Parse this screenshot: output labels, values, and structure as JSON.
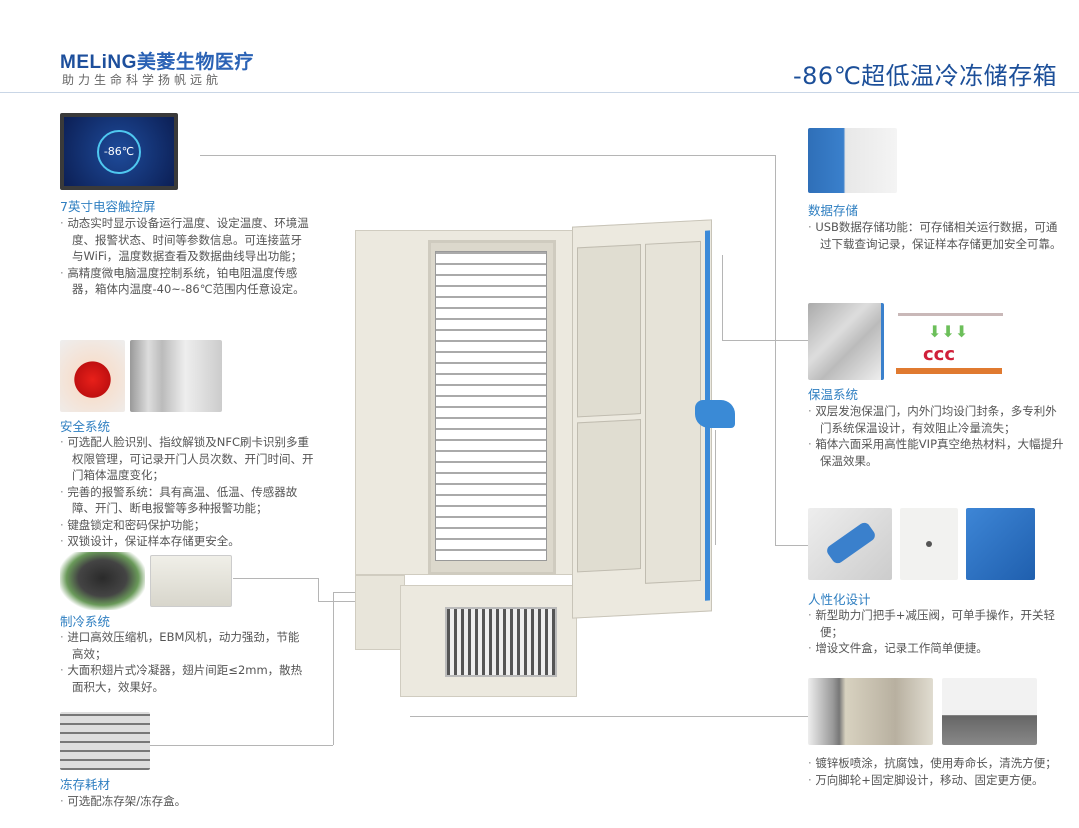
{
  "header": {
    "brand_en": "MELiNG",
    "brand_cn": "美菱生物医疗",
    "slogan": "助力生命科学扬帆远航",
    "product_title": "-86℃超低温冷冻储存箱"
  },
  "screen_display": "-86℃",
  "sections": {
    "touchscreen": {
      "title": "7英寸电容触控屏",
      "bullets": [
        "动态实时显示设备运行温度、设定温度、环境温度、报警状态、时间等参数信息。可连接蓝牙与WiFi，温度数据查看及数据曲线导出功能；",
        "高精度微电脑温度控制系统，铂电阻温度传感器，箱体内温度-40~-86℃范围内任意设定。"
      ]
    },
    "safety": {
      "title": "安全系统",
      "bullets": [
        "可选配人脸识别、指纹解锁及NFC刷卡识别多重权限管理，可记录开门人员次数、开门时间、开门箱体温度变化；",
        "完善的报警系统：具有高温、低温、传感器故障、开门、断电报警等多种报警功能；",
        "键盘锁定和密码保护功能；",
        "双锁设计，保证样本存储更安全。"
      ]
    },
    "cooling": {
      "title": "制冷系统",
      "bullets": [
        "进口高效压缩机，EBM风机，动力强劲，节能高效；",
        "大面积翅片式冷凝器，翅片间距≤2mm，散热面积大，效果好。"
      ]
    },
    "consumables": {
      "title": "冻存耗材",
      "bullets": [
        "可选配冻存架/冻存盒。"
      ]
    },
    "data_storage": {
      "title": "数据存储",
      "bullets": [
        "USB数据存储功能：可存储相关运行数据，可通过下载查询记录，保证样本存储更加安全可靠。"
      ]
    },
    "insulation": {
      "title": "保温系统",
      "bullets": [
        "双层发泡保温门，内外门均设门封条，多专利外门系统保温设计，有效阻止冷量流失；",
        "箱体六面采用高性能VIP真空绝热材料，大幅提升保温效果。"
      ]
    },
    "ergonomic": {
      "title": "人性化设计",
      "bullets": [
        "新型助力门把手+减压阀，可单手操作，开关轻便；",
        "增设文件盒，记录工作简单便捷。"
      ]
    },
    "build": {
      "bullets": [
        "镀锌板喷涂，抗腐蚀，使用寿命长，清洗方便；",
        "万向脚轮+固定脚设计，移动、固定更方便。"
      ]
    }
  },
  "colors": {
    "brand": "#1d4f9c",
    "accent": "#2f7fc1"
  }
}
